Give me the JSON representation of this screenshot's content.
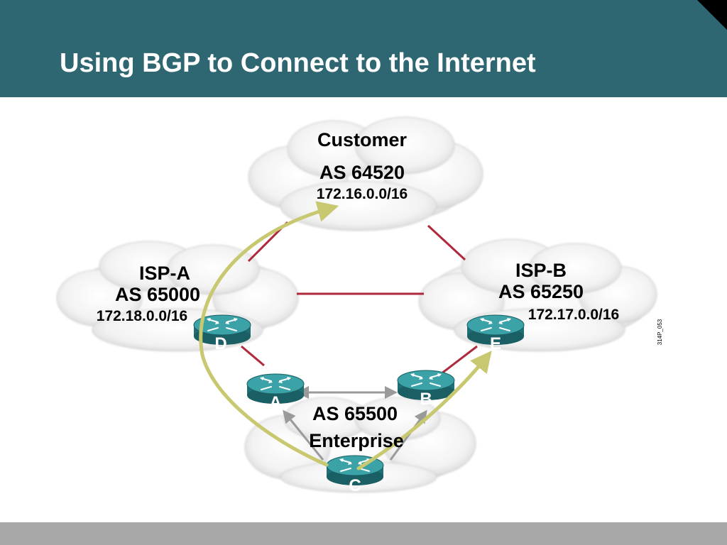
{
  "slide": {
    "title": "Using BGP to Connect to the Internet",
    "figure_id": "314P_053"
  },
  "colors": {
    "header": "#2e6672",
    "footer": "#a8a8a8",
    "router": "#2f8f94",
    "link": "#b0283c",
    "ibgp": "#9a9a9a",
    "path": "#c8c870"
  },
  "clouds": {
    "customer": {
      "name": "Customer",
      "as": "AS 64520",
      "prefix": "172.16.0.0/16"
    },
    "isp_a": {
      "name": "ISP-A",
      "as": "AS 65000",
      "prefix": "172.18.0.0/16"
    },
    "isp_b": {
      "name": "ISP-B",
      "as": "AS 65250",
      "prefix": "172.17.0.0/16"
    },
    "enterprise": {
      "as": "AS 65500",
      "name": "Enterprise"
    }
  },
  "routers": {
    "a": "A",
    "b": "B",
    "c": "C",
    "d": "D",
    "e": "E"
  }
}
